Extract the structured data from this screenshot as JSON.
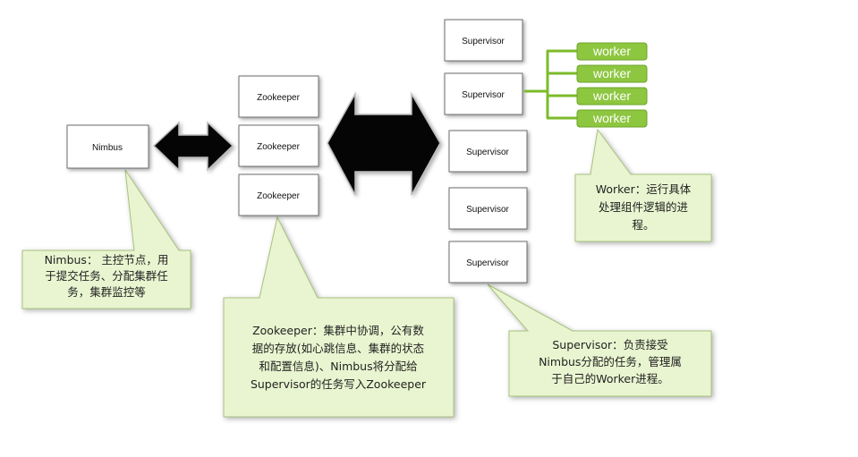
{
  "nimbus": {
    "label": "Nimbus"
  },
  "zookeepers": [
    {
      "label": "Zookeeper"
    },
    {
      "label": "Zookeeper"
    },
    {
      "label": "Zookeeper"
    }
  ],
  "supervisors": [
    {
      "label": "Supervisor"
    },
    {
      "label": "Supervisor"
    },
    {
      "label": "Supervisor"
    },
    {
      "label": "Supervisor"
    },
    {
      "label": "Supervisor"
    }
  ],
  "workers": [
    {
      "label": "worker"
    },
    {
      "label": "worker"
    },
    {
      "label": "worker"
    },
    {
      "label": "worker"
    }
  ],
  "callouts": {
    "nimbus": [
      "Nimbus： 主控节点，用",
      "于提交任务、分配集群任",
      "务，集群监控等"
    ],
    "zookeeper": [
      "Zookeeper：集群中协调，公有数",
      "据的存放(如心跳信息、集群的状态",
      "和配置信息)、Nimbus将分配给",
      "Supervisor的任务写入Zookeeper"
    ],
    "worker": [
      "Worker：运行具体",
      "处理组件逻辑的进",
      "程。"
    ],
    "supervisor": [
      "Supervisor：负责接受",
      "Nimbus分配的任务，管理属",
      "于自己的Worker进程。"
    ]
  },
  "colors": {
    "callout_fill": "#e9f5d0",
    "worker_fill": "#8dc63f",
    "bracket": "#7cbb2a",
    "arrow": "#050505"
  }
}
